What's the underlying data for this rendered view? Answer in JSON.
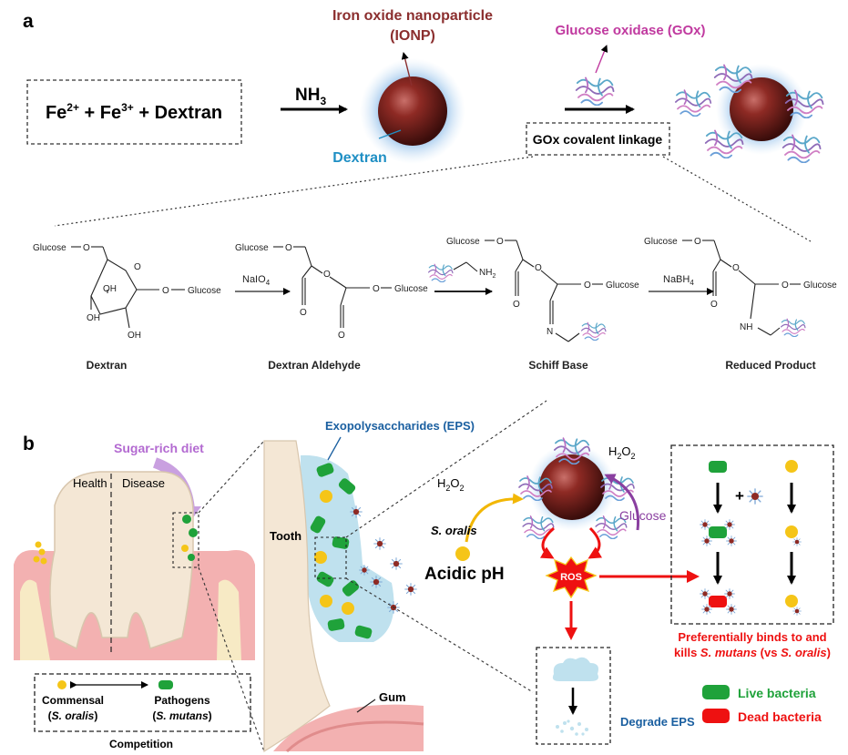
{
  "panel_a": {
    "label": "a",
    "reactants": {
      "fe2": "Fe",
      "fe2_sup": "2+",
      "plus1": " + ",
      "fe3": "Fe",
      "fe3_sup": "3+",
      "tail": " + Dextran"
    },
    "nh3": "NH",
    "nh3_sub": "3",
    "ionp_title": "Iron oxide nanoparticle",
    "ionp_abbrev": "(IONP)",
    "dextran_label": "Dextran",
    "gox_title": "Glucose oxidase (GOx)",
    "gox_linkage": "GOx covalent linkage",
    "reagent_1": "NaIO",
    "reagent_1_sub": "4",
    "reagent_2": "NaBH",
    "reagent_2_sub": "4",
    "chem_glucose": "Glucose",
    "chem_oh": "OH",
    "chem_o": "O",
    "chem_n": "N",
    "chem_nh": "NH",
    "chem_nh2": "NH",
    "chem_nh2_sub": "2",
    "structure_labels": [
      "Dextran",
      "Dextran Aldehyde",
      "Schiff Base",
      "Reduced Product"
    ]
  },
  "panel_b": {
    "label": "b",
    "sugar_diet": "Sugar-rich diet",
    "health": "Health",
    "disease": "Disease",
    "eps": "Exopolysaccharides (EPS)",
    "tooth": "Tooth",
    "gum": "Gum",
    "h2o2_left": "H",
    "h2o2_right": "H",
    "h2o2_sub_1": "2",
    "h2o2_o": "O",
    "h2o2_sub_2": "2",
    "s_oralis": "S. oralis",
    "glucose": "Glucose",
    "acidic_ph": "Acidic pH",
    "ros": "ROS",
    "degrade_eps": "Degrade EPS",
    "commensal": "Commensal",
    "commensal_species": "S. oralis",
    "pathogens": "Pathogens",
    "pathogens_species": "S. mutans",
    "competition": "Competition",
    "kill_line1": "Preferentially binds to and",
    "kill_prefix": "kills ",
    "kill_species1": "S. mutans",
    "kill_mid": " (vs ",
    "kill_species2": "S. oralis",
    "kill_suffix": ")",
    "legend_live": "Live bacteria",
    "legend_dead": "Dead  bacteria",
    "plus_sign": "+"
  },
  "colors": {
    "ionp_title": "#8b2e2e",
    "dextran": "#1f8fc4",
    "gox_title": "#c0399f",
    "eps_title": "#1a5fa0",
    "sugar_diet": "#b36ad1",
    "glucose": "#8a3fa0",
    "red": "#ee1111",
    "live": "#1fa23a",
    "dead": "#ee1111",
    "degrade": "#1a5fa0"
  }
}
